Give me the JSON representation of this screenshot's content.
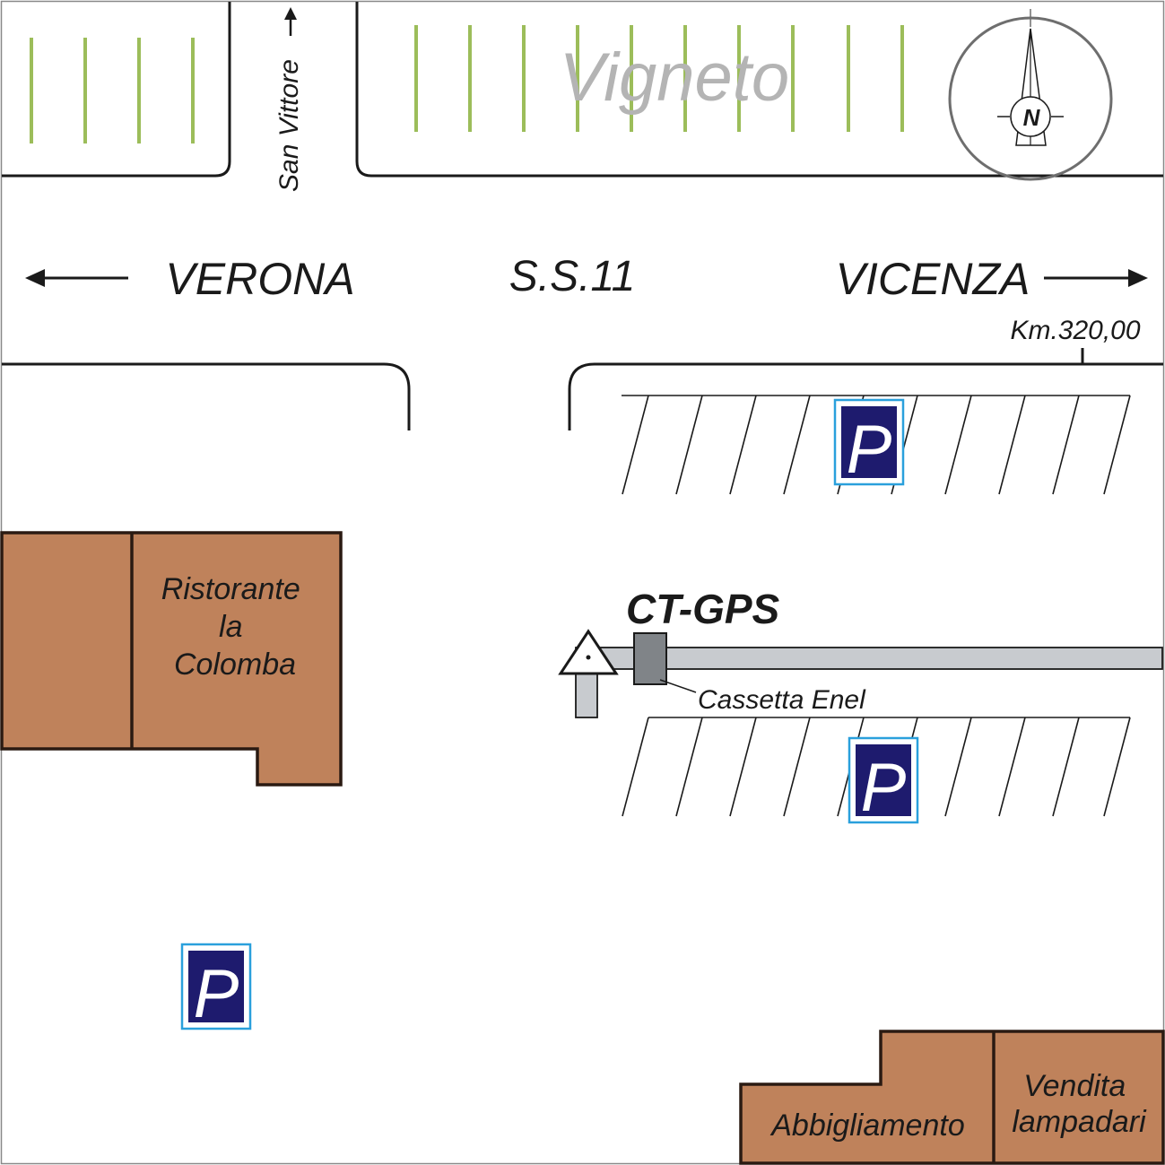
{
  "colors": {
    "building_fill": "#bf825b",
    "building_stroke": "#2a1a12",
    "vine_rows": "#9cbd5a",
    "vineyard_label": "#b4b4b4",
    "parking_sign_fill": "#1e1b6e",
    "parking_sign_frame": "#2aa0dc",
    "gas_line": "#c8cbcf",
    "enel_box": "#808488",
    "ink": "#1a1a1a"
  },
  "roads": {
    "main_road_label": "S.S.11",
    "west_direction": "VERONA",
    "east_direction": "VICENZA",
    "side_street": "San Vittore",
    "kilometer_marker": "Km.320,00"
  },
  "areas": {
    "vineyard": "Vigneto"
  },
  "compass": {
    "north_letter": "N",
    "icon": "compass-rose-icon"
  },
  "station": {
    "name": "CT-GPS",
    "box_label": "Cassetta Enel",
    "icon": "triangle-benchmark-icon"
  },
  "buildings": {
    "restaurant": [
      "Ristorante",
      "la",
      "Colomba"
    ],
    "clothing": "Abbigliamento",
    "lamps": [
      "Vendita",
      "lampadari"
    ]
  },
  "parking": {
    "letter": "P",
    "icon": "parking-sign-icon"
  }
}
